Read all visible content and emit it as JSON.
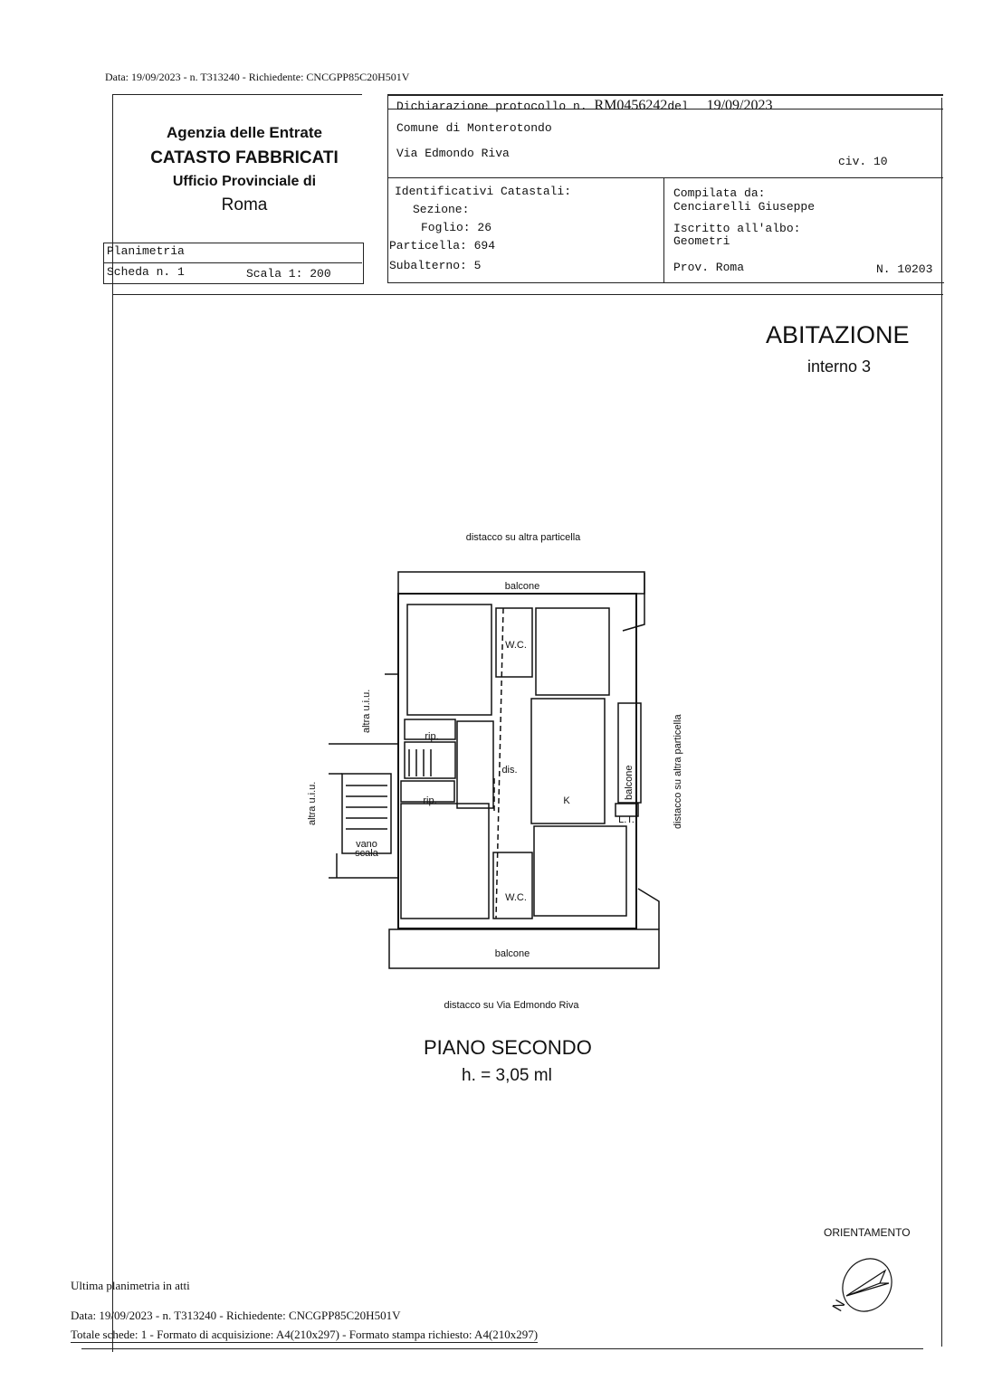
{
  "top_line": "Data: 19/09/2023 - n. T313240 - Richiedente: CNCGPP85C20H501V",
  "agency": {
    "line1": "Agenzia delle Entrate",
    "line2": "CATASTO FABBRICATI",
    "line3": "Ufficio Provinciale di",
    "line4": "Roma"
  },
  "planimetria": {
    "title": "Planimetria",
    "scheda": "Scheda n. 1",
    "scala": "Scala 1: 200"
  },
  "declaration": {
    "protocol_label": "Dichiarazione protocollo n.",
    "protocol_number": "RM0456242",
    "del_label": "del",
    "date": "19/09/2023",
    "comune": "Comune di Monterotondo",
    "address": "Via Edmondo Riva",
    "civico": "civ. 10"
  },
  "identifiers": {
    "title": "Identificativi Catastali:",
    "sezione": "Sezione:",
    "foglio": "Foglio: 26",
    "particella": "Particella: 694",
    "subalterno": "Subalterno: 5"
  },
  "compiler": {
    "label": "Compilata da:",
    "name": "Cenciarelli Giuseppe",
    "albo_label": "Iscritto all'albo:",
    "albo": "Geometri",
    "prov": "Prov. Roma",
    "number": "N. 10203"
  },
  "unit": {
    "type": "ABITAZIONE",
    "interno": "interno 3"
  },
  "plan": {
    "top_note": "distacco su altra particella",
    "bottom_note": "distacco su Via Edmondo Riva",
    "right_note": "distacco su altra particella",
    "left_note_1": "altra u.i.u.",
    "left_note_2": "altra u.i.u.",
    "rooms": {
      "balcone_top": "balcone",
      "wc_top": "W.C.",
      "rip_top": "rip.",
      "rip_bottom": "rip.",
      "dis": "dis.",
      "kitchen": "K",
      "balcone_right": "balcone",
      "lt": "L.T.",
      "vano": "vano",
      "scala": "scala",
      "wc_bottom": "W.C.",
      "balcone_bottom": "balcone"
    }
  },
  "floor": {
    "name": "PIANO SECONDO",
    "height": "h. = 3,05 ml"
  },
  "orientation_label": "ORIENTAMENTO",
  "orientation_letter": "N",
  "footer": {
    "last": "Ultima planimetria in atti",
    "data": "Data: 19/09/2023 - n. T313240 - Richiedente: CNCGPP85C20H501V",
    "totale": "Totale schede: 1 - Formato di acquisizione: A4(210x297)  - Formato stampa richiesto: A4(210x297)"
  }
}
